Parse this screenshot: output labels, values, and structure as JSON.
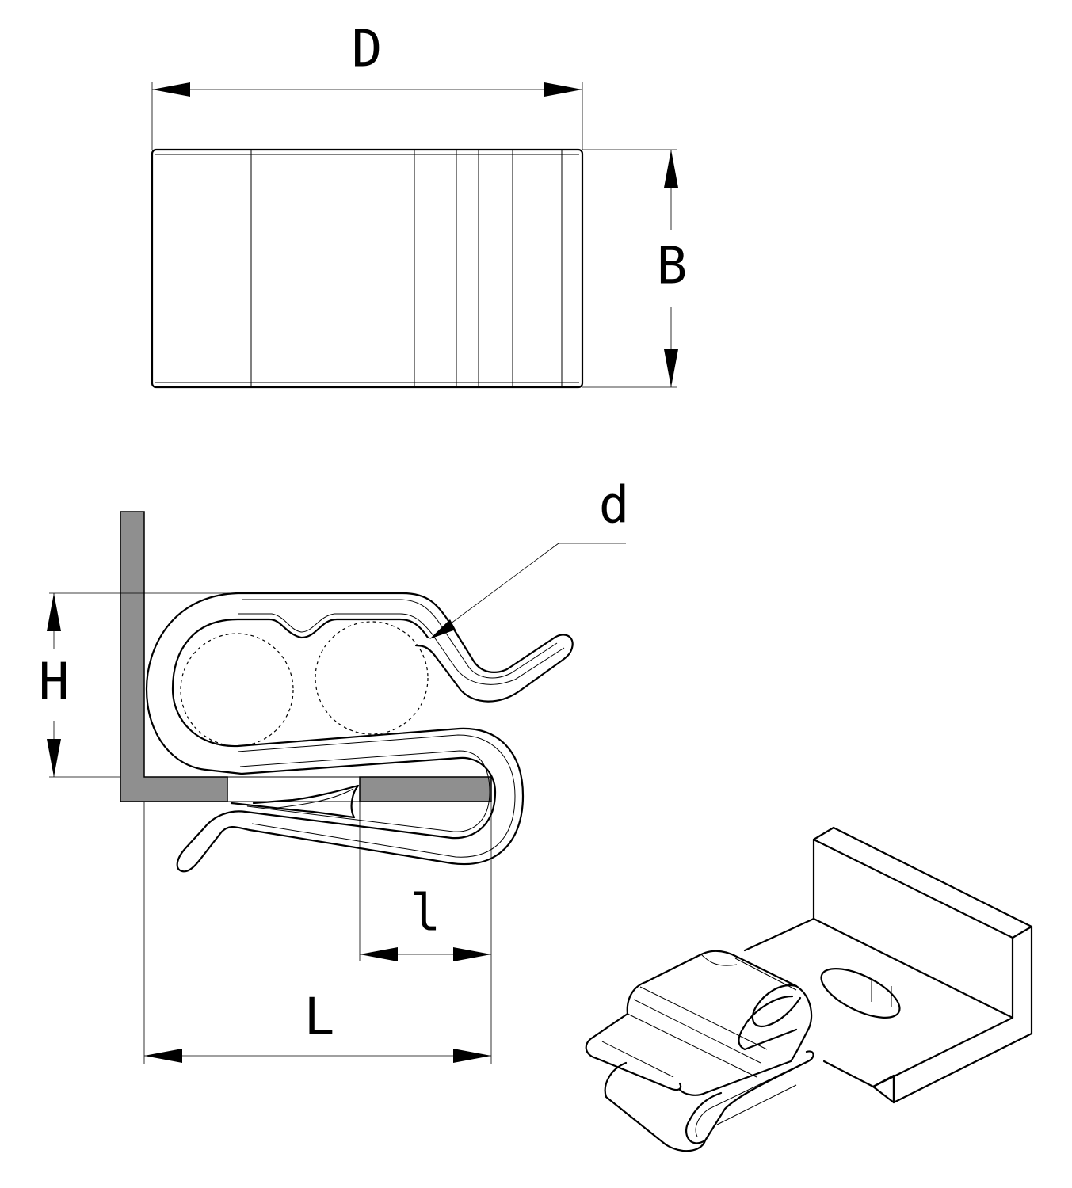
{
  "labels": {
    "D": "D",
    "B": "B",
    "d": "d",
    "H": "H",
    "l": "l",
    "L": "L"
  },
  "colors": {
    "line": "#000000",
    "bracket_fill": "#8f8f8f",
    "background": "#ffffff"
  }
}
